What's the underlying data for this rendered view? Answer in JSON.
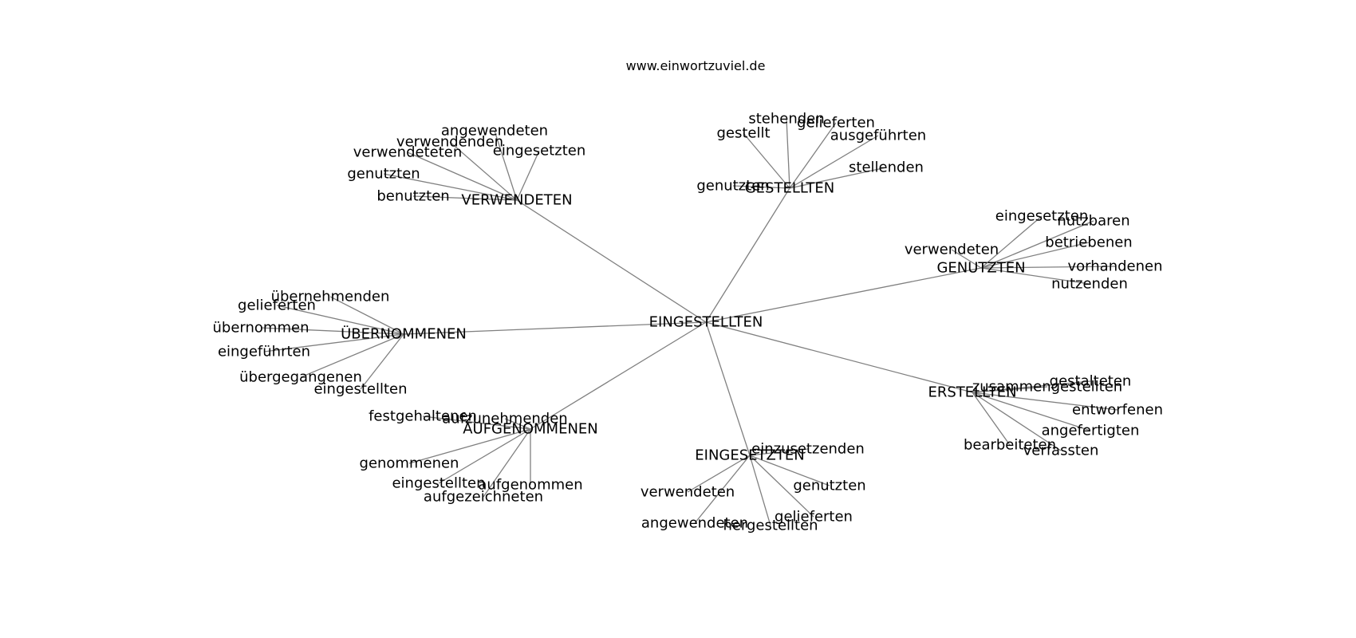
{
  "header": {
    "site": "www.einwortzuviel.de"
  },
  "graph": {
    "center": "EINGESTELLTEN",
    "clusters": [
      {
        "hub": "VERWENDETEN",
        "words": [
          "angewendeten",
          "verwendenden",
          "eingesetzten",
          "verwendeteten",
          "genutzten",
          "benutzten"
        ]
      },
      {
        "hub": "GESTELLTEN",
        "words": [
          "stehenden",
          "gelieferten",
          "gestellt",
          "ausgeführten",
          "stellenden",
          "genutzten"
        ]
      },
      {
        "hub": "GENUTZTEN",
        "words": [
          "eingesetzten",
          "nutzbaren",
          "betriebenen",
          "verwendeten",
          "vorhandenen",
          "nutzenden"
        ]
      },
      {
        "hub": "ÜBERNOMMENEN",
        "words": [
          "übernehmenden",
          "gelieferten",
          "übernommen",
          "eingeführten",
          "übergegangenen",
          "eingestellten"
        ]
      },
      {
        "hub": "ERSTELLTEN",
        "words": [
          "gestalteten",
          "zusammengestellten",
          "entworfenen",
          "angefertigten",
          "bearbeiteten",
          "verfassten"
        ]
      },
      {
        "hub": "AUFGENOMMENEN",
        "words": [
          "festgehaltenen",
          "aufzunehmenden",
          "genommenen",
          "eingestellten",
          "aufgenommen",
          "aufgezeichneten"
        ]
      },
      {
        "hub": "EINGESETZTEN",
        "words": [
          "einzusetzenden",
          "genutzten",
          "verwendeten",
          "gelieferten",
          "angewendeten",
          "hergestellten"
        ]
      }
    ]
  }
}
